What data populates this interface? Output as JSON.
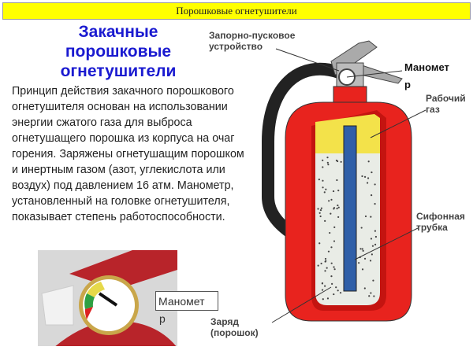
{
  "header": {
    "title": "Порошковые огнетушители"
  },
  "slide": {
    "title": "Закачные порошковые огнетушители",
    "body": "Принцип действия закачного порошкового огнетушителя основан на использовании энергии сжатого газа для выброса огнетушащего порошка из корпуса на очаг горения. Заряжены огнетушащим порошком и инертным газом (азот, углекислота или воздух) под давлением 16 атм. Манометр, установленный на головке огнетушителя, показывает степень работоспособности."
  },
  "diagram": {
    "labels": {
      "valve": [
        "Запорно-пусковое",
        "устройство"
      ],
      "gauge": [
        "Маномет",
        "р"
      ],
      "gas": [
        "Рабочий",
        "газ"
      ],
      "tube": [
        "Сифонная",
        "трубка"
      ],
      "charge": [
        "Заряд",
        "(порошок)"
      ]
    },
    "colors": {
      "body": "#e8231e",
      "gas": "#f3e24a",
      "powder": "#e9ece6",
      "tube": "#2f5fa8"
    }
  },
  "photo": {
    "label": "Маномет",
    "label_cont": "р"
  }
}
